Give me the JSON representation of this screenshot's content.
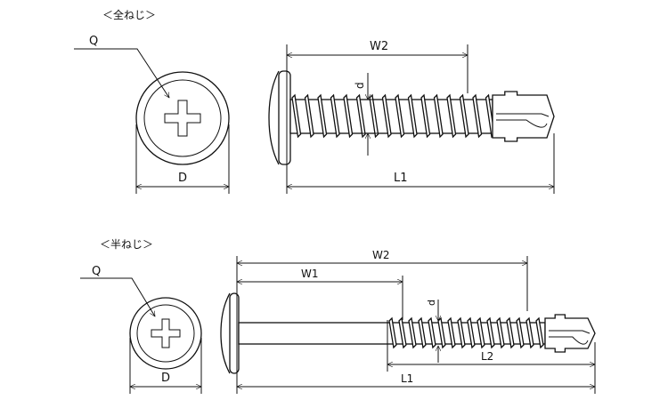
{
  "full_thread": {
    "title": "＜全ねじ＞",
    "labels": {
      "Q": "Q",
      "D": "D",
      "W2": "W2",
      "L1": "L1",
      "d": "d"
    }
  },
  "half_thread": {
    "title": "＜半ねじ＞",
    "labels": {
      "Q": "Q",
      "D": "D",
      "W1": "W1",
      "W2": "W2",
      "L1": "L1",
      "L2": "L2",
      "d": "d"
    }
  },
  "colors": {
    "line": "#111111",
    "background": "#ffffff"
  }
}
